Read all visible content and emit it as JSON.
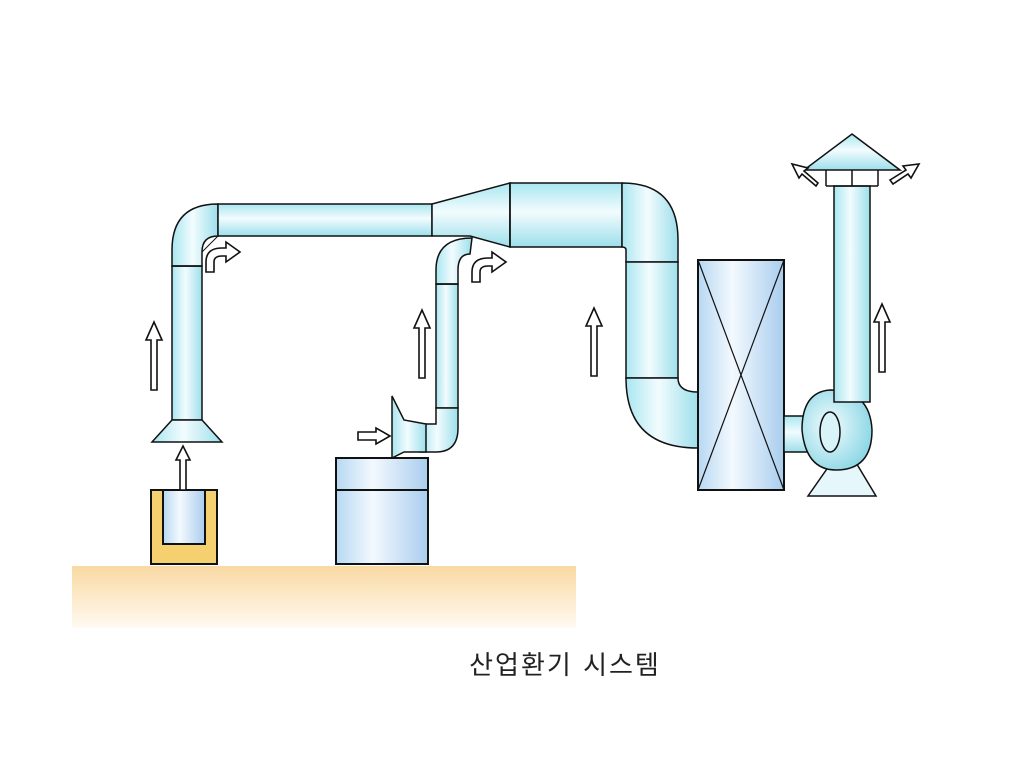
{
  "caption": "산업환기 시스템",
  "colors": {
    "duct_light": "#e6f8fc",
    "duct_mid": "#bfeef5",
    "duct_dark": "#8ed9e6",
    "floor": "#fbe3b8",
    "hood_yellow": "#f5d77a",
    "outline": "#111111"
  },
  "components": [
    "capture-hood",
    "source-tank",
    "tank-lateral-hood",
    "main-duct",
    "air-cleaner",
    "fan",
    "exhaust-stack",
    "weather-cap"
  ],
  "flow_arrows": [
    "up",
    "up",
    "curve-right",
    "curve-right",
    "right",
    "up",
    "up",
    "up",
    "out-left",
    "out-right"
  ]
}
